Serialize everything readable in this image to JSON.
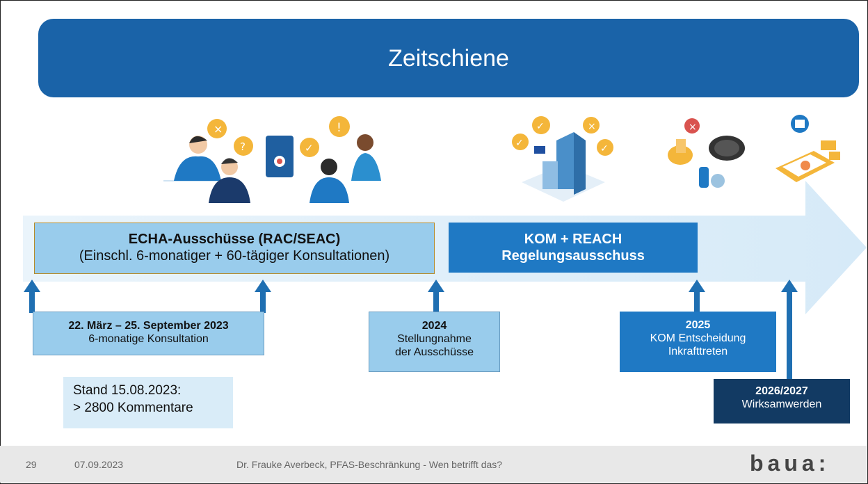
{
  "header": {
    "title": "Zeitschiene"
  },
  "phases": {
    "echa_title": "ECHA-Ausschüsse (RAC/SEAC)",
    "echa_sub": "(Einschl. 6-monatiger + 60-tägiger Konsultationen)",
    "kom_line1": "KOM + REACH",
    "kom_line2": "Regelungsausschuss"
  },
  "milestones": [
    {
      "title": "22. März – 25. September 2023",
      "lines": [
        "6-monatige Konsultation"
      ]
    },
    {
      "title": "2024",
      "lines": [
        "Stellungnahme",
        "der Ausschüsse"
      ]
    },
    {
      "title": "2025",
      "lines": [
        "KOM Entscheidung",
        "Inkrafttreten"
      ]
    },
    {
      "title": "2026/2027",
      "lines": [
        "Wirksamwerden"
      ]
    }
  ],
  "note": {
    "line1": "Stand 15.08.2023:",
    "line2": "> 2800 Kommentare"
  },
  "footer": {
    "page": "29",
    "date": "07.09.2023",
    "author": "Dr. Frauke Averbeck, PFAS-Beschränkung - Wen betrifft das?",
    "logo": "baua:"
  },
  "colors": {
    "title_bg": "#1a63a8",
    "arrow": "#1f6fb2",
    "light_box": "#99ccec",
    "dark_box": "#1f79c4",
    "navy_box": "#123a63"
  }
}
